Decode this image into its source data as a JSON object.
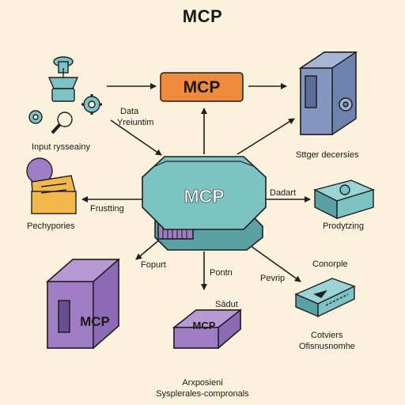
{
  "title": "MCP",
  "top_box_label": "MCP",
  "hub_label": "MCP",
  "server_label": "MCP",
  "bottom_box_label": "MCP",
  "labels": {
    "data_stream": [
      "Data",
      "Yreiuntim"
    ],
    "input": "Input ryssеainy",
    "storage": "Sttger decersies",
    "frusting": "Frustting",
    "peripheries": "Pechypories",
    "dadart": "Dadart",
    "prodytzing": "Prodytzing",
    "fopurt": "Fopurt",
    "pontn": "Pontn",
    "sadut": "Sādut",
    "pevrip": "Pevrip",
    "conorple": "Conorple",
    "cotviers": [
      "Cotviers",
      "Ofisnusnomhe"
    ],
    "bottom": [
      "Arxposieni",
      "Sysplerales-compronals"
    ]
  },
  "colors": {
    "background": "#fbf1dc",
    "orange": "#f08a3c",
    "teal": "#7cc3c4",
    "purple": "#a07cc4",
    "blue_gray": "#8296c0",
    "yellow": "#f2b84b",
    "outline": "#1f1f1f"
  }
}
